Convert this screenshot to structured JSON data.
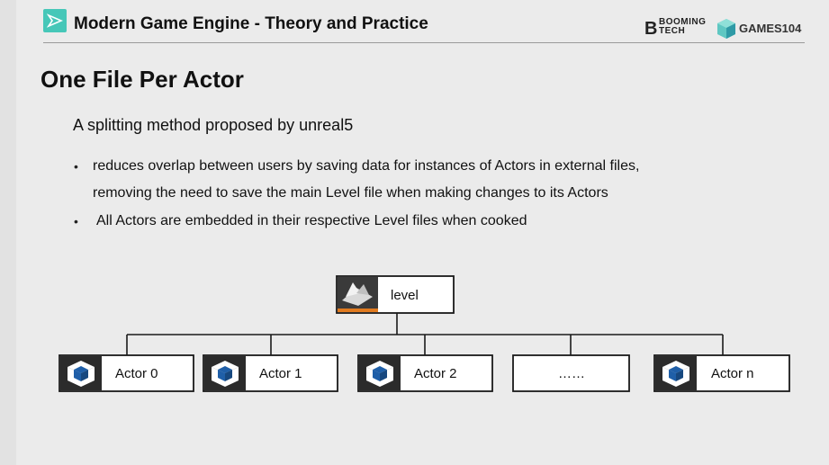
{
  "header": {
    "title": "Modern Game Engine - Theory and Practice",
    "brand_booming_line1": "BOOMING",
    "brand_booming_line2": "TECH",
    "brand_games": "GAMES104"
  },
  "slide": {
    "title": "One File Per Actor",
    "subtitle": "A splitting method proposed by unreal5",
    "bullets": [
      {
        "line1": "reduces overlap between users by saving data for instances of Actors in external files,",
        "line2": "removing the need to save the main Level file when making changes to its Actors"
      },
      {
        "line1": "All Actors are embedded in their respective Level files when cooked"
      }
    ]
  },
  "diagram": {
    "root": {
      "label": "level",
      "icon": "level-icon"
    },
    "children": [
      {
        "label": "Actor 0",
        "icon": "actor-cube-icon"
      },
      {
        "label": "Actor 1",
        "icon": "actor-cube-icon"
      },
      {
        "label": "Actor 2",
        "icon": "actor-cube-icon"
      },
      {
        "label": "……",
        "icon": ""
      },
      {
        "label": "Actor n",
        "icon": "actor-cube-icon"
      }
    ]
  },
  "colors": {
    "logo_teal": "#46c7b8",
    "node_border": "#1a1a1a",
    "icon_bg": "#2b2b2b",
    "cube_blue": "#1f5fa8",
    "level_accent": "#e07a1f"
  }
}
